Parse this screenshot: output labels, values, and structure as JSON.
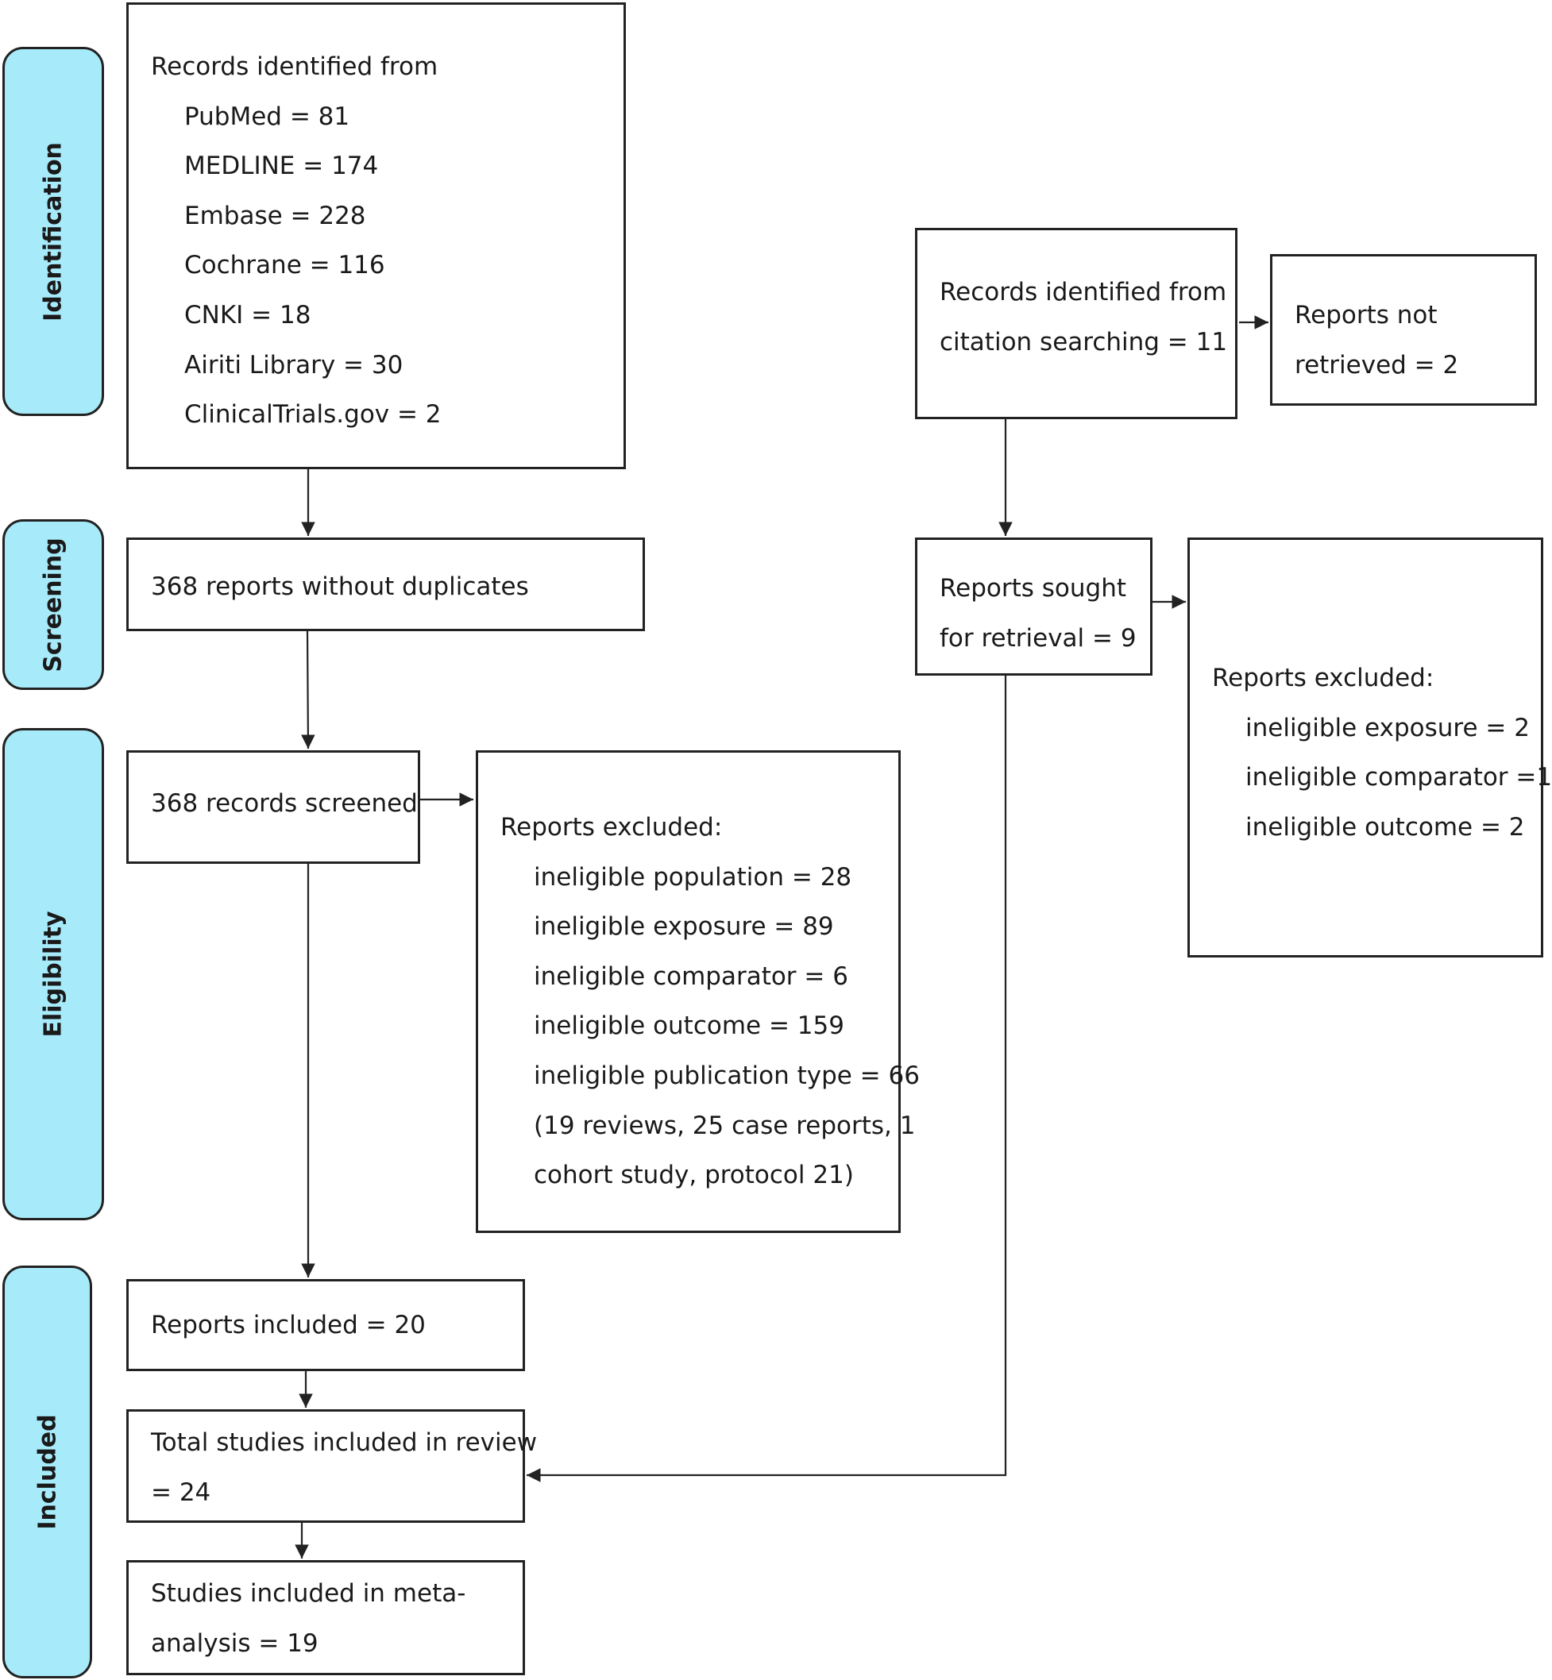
{
  "phases": {
    "identification": "Identification",
    "screening": "Screening",
    "eligibility": "Eligibility",
    "included": "Included"
  },
  "records_identified": {
    "heading": "Records identified from",
    "sources": [
      "PubMed = 81",
      "MEDLINE = 174",
      "Embase = 228",
      "Cochrane = 116",
      "CNKI = 18",
      "Airiti Library = 30",
      "ClinicalTrials.gov = 2"
    ]
  },
  "citation_search": {
    "line1": "Records identified from",
    "line2": "citation searching = 11"
  },
  "not_retrieved": {
    "line1": "Reports not",
    "line2": "retrieved = 2"
  },
  "without_duplicates": "368 reports without duplicates",
  "sought_retrieval": {
    "line1": "Reports sought",
    "line2": "for retrieval = 9"
  },
  "excluded_right": {
    "heading": "Reports excluded:",
    "items": [
      "ineligible exposure = 2",
      "ineligible comparator =1",
      "ineligible outcome = 2"
    ]
  },
  "records_screened": "368 records screened",
  "excluded_main": {
    "heading": "Reports excluded:",
    "items": [
      "ineligible population = 28",
      "ineligible exposure = 89",
      "ineligible comparator = 6",
      "ineligible outcome = 159",
      "ineligible publication type = 66",
      "(19 reviews, 25 case reports, 1",
      "cohort study, protocol 21)"
    ]
  },
  "reports_included": "Reports included = 20",
  "total_included": {
    "line1": "Total studies included in review",
    "line2": "= 24"
  },
  "meta_analysis": {
    "line1": "Studies included in meta-",
    "line2": "analysis = 19"
  }
}
